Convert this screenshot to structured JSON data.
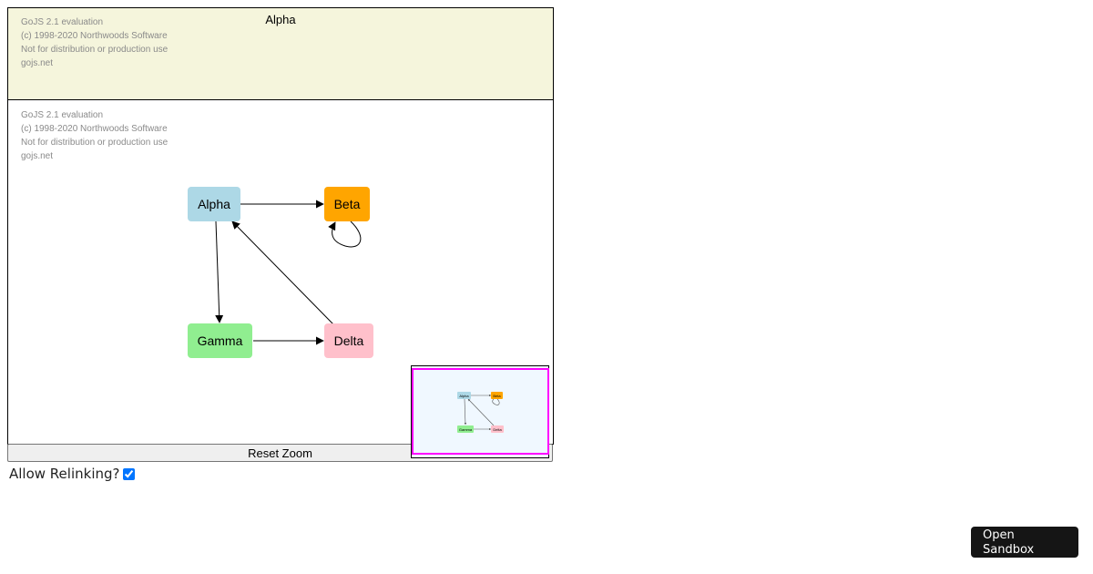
{
  "inspector": {
    "selected_title": "Alpha"
  },
  "watermark": {
    "lines": [
      "GoJS 2.1 evaluation",
      "(c) 1998-2020 Northwoods Software",
      "Not for distribution or production use",
      "gojs.net"
    ]
  },
  "diagram": {
    "nodes": [
      {
        "key": "Alpha",
        "label": "Alpha",
        "color": "#add8e6"
      },
      {
        "key": "Beta",
        "label": "Beta",
        "color": "#ffa500"
      },
      {
        "key": "Gamma",
        "label": "Gamma",
        "color": "#90ee90"
      },
      {
        "key": "Delta",
        "label": "Delta",
        "color": "#ffc0cb"
      }
    ],
    "links": [
      {
        "from": "Alpha",
        "to": "Beta"
      },
      {
        "from": "Alpha",
        "to": "Gamma"
      },
      {
        "from": "Gamma",
        "to": "Delta"
      },
      {
        "from": "Delta",
        "to": "Alpha"
      },
      {
        "from": "Beta",
        "to": "Beta"
      }
    ]
  },
  "overview": {
    "background": "#f0f8ff",
    "box_color": "#ff00ff"
  },
  "controls": {
    "reset_zoom_label": "Reset Zoom",
    "relink_label": "Allow Relinking?",
    "relink_checked": true
  },
  "sandbox": {
    "label": "Open Sandbox"
  }
}
